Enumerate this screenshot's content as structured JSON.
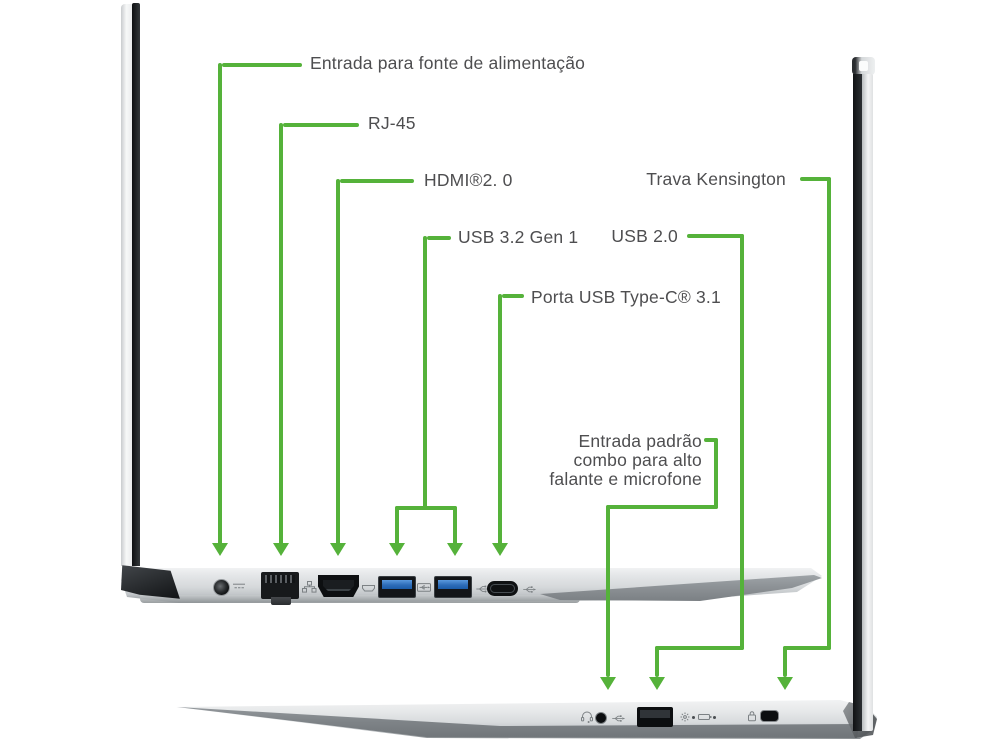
{
  "figure": {
    "type": "laptop-ports-annotation-diagram",
    "views": [
      "left-side-view-top",
      "right-side-view-bottom"
    ]
  },
  "colors": {
    "accent_green": "#55b23a",
    "label_text": "#4e4e50",
    "usb3_blue": "#2e6db8"
  },
  "callouts": {
    "power": {
      "label": "Entrada para fonte de alimentação"
    },
    "rj45": {
      "label": "RJ-45"
    },
    "hdmi": {
      "label": "HDMI®2. 0"
    },
    "usb32": {
      "label": "USB 3.2 Gen 1"
    },
    "usbc": {
      "label": "Porta USB Type-C® 3.1"
    },
    "usb20": {
      "label": "USB 2.0"
    },
    "kensington": {
      "label": "Trava Kensington"
    },
    "audio": {
      "line1": "Entrada padrão",
      "line2": "combo para alto",
      "line3": "falante e microfone"
    }
  },
  "top_laptop": {
    "ports": [
      "power-jack",
      "rj45",
      "hdmi",
      "usb-a-3.2",
      "usb-a-3.2",
      "usb-c"
    ],
    "icons": [
      "dc-in-icon",
      "ethernet-icon",
      "hdmi-icon",
      "usb-charging-icon",
      "usb-icon",
      "usb-icon"
    ]
  },
  "bottom_laptop": {
    "ports": [
      "headphone-combo-jack",
      "usb-a-2.0",
      "kensington-slot"
    ],
    "icons": [
      "headset-icon",
      "usb-icon",
      "power-status-icon",
      "battery-status-icon",
      "lock-icon"
    ]
  }
}
